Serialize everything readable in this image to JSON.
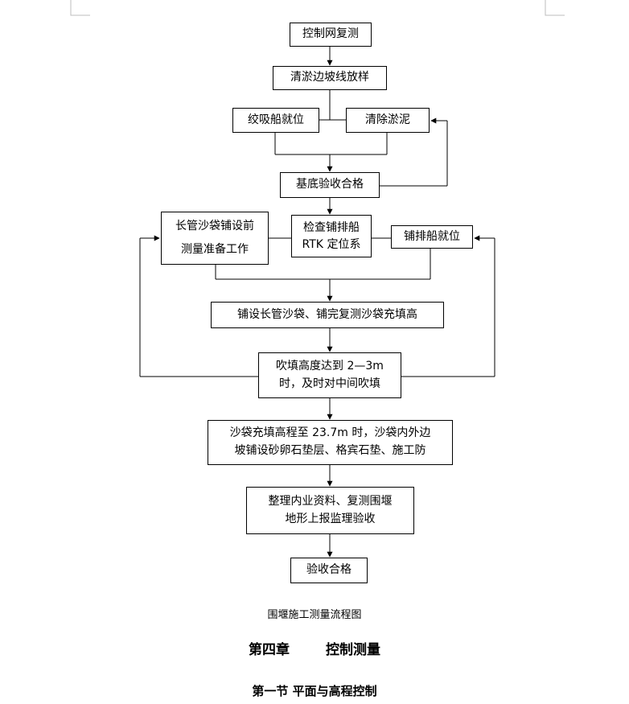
{
  "flowchart": {
    "nodes": {
      "control_network": [
        "控制网复测"
      ],
      "clear_silt": [
        "清淤边坡线放样"
      ],
      "cutter_suction": [
        "绞吸船就位"
      ],
      "remove_mud": [
        "清除淤泥"
      ],
      "base_accept": [
        "基底验收合格"
      ],
      "long_tube_prep": [
        "长管沙袋铺设前",
        "测量准备工作"
      ],
      "rtk_check": [
        "检查铺排船",
        "RTK 定位系"
      ],
      "laying_ship": [
        "铺排船就位"
      ],
      "lay_long_tube": [
        "铺设长管沙袋、铺完复测沙袋充填高"
      ],
      "fill_height": [
        "吹填高度达到 2—3m",
        "时，及时对中间吹填"
      ],
      "sandbag_elevation": [
        "沙袋充填高程至 23.7m 时，沙袋内外边",
        "坡铺设砂卵石垫层、格宾石垫、施工防"
      ],
      "organize_data": [
        "整理内业资料、复测围堰",
        "地形上报监理验收"
      ],
      "final_accept": [
        "验收合格"
      ]
    }
  },
  "caption": "围堰施工测量流程图",
  "chapter": {
    "number": "第四章",
    "title": "控制测量"
  },
  "section": "第一节  平面与高程控制"
}
